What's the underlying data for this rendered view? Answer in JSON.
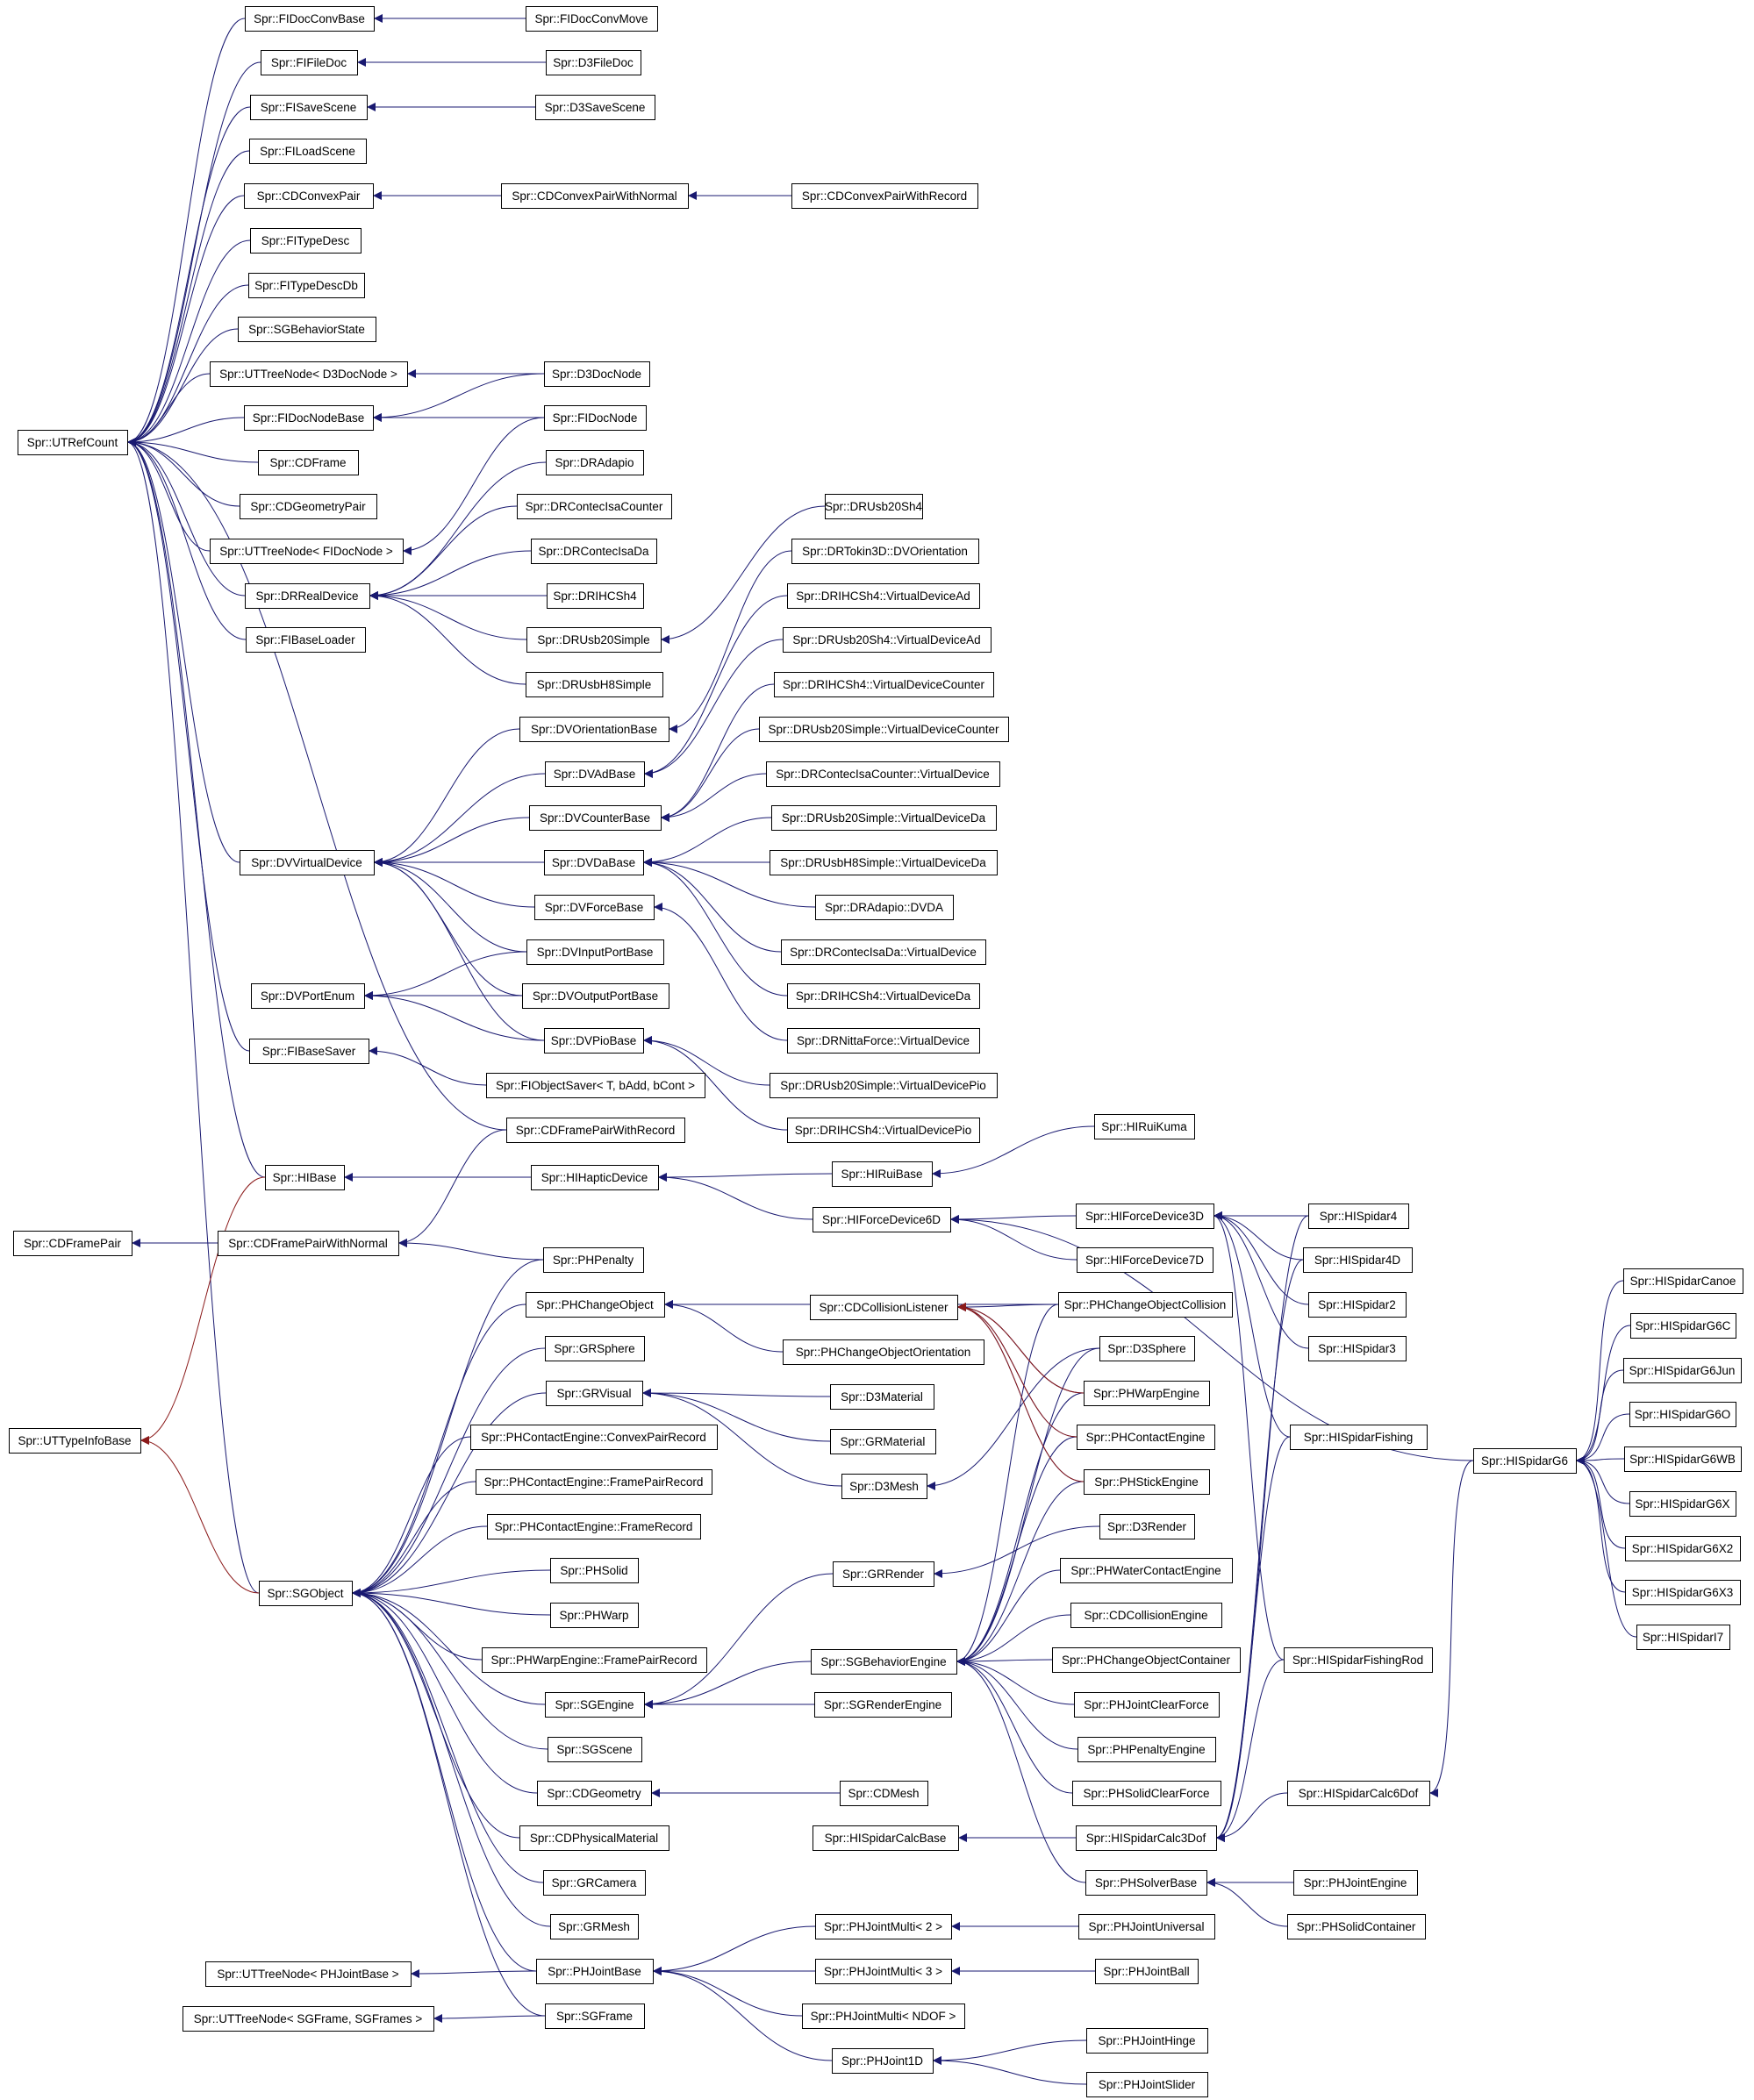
{
  "colors": {
    "node_border": "#000000",
    "node_fill": "#ffffff",
    "inherit_edge": "#191970",
    "template_edge": "#8b1a1a",
    "text": "#000000"
  },
  "icons": {
    "inherit_arrow": "filled-triangle-arrowhead"
  },
  "nodes": {
    "UTRefCount": "Spr::UTRefCount",
    "CDFramePair": "Spr::CDFramePair",
    "UTTypeInfoBase": "Spr::UTTypeInfoBase",
    "UTTreeNodePHJointBase": "Spr::UTTreeNode< PHJointBase >",
    "UTTreeNodeSGFrame": "Spr::UTTreeNode< SGFrame, SGFrames >",
    "FIDocConvBase": "Spr::FIDocConvBase",
    "FIFileDoc": "Spr::FIFileDoc",
    "FISaveScene": "Spr::FISaveScene",
    "FILoadScene": "Spr::FILoadScene",
    "CDConvexPair": "Spr::CDConvexPair",
    "FITypeDesc": "Spr::FITypeDesc",
    "FITypeDescDb": "Spr::FITypeDescDb",
    "SGBehaviorState": "Spr::SGBehaviorState",
    "UTTreeNodeD3DocNode": "Spr::UTTreeNode< D3DocNode >",
    "FIDocNodeBase": "Spr::FIDocNodeBase",
    "CDFrame": "Spr::CDFrame",
    "CDGeometryPair": "Spr::CDGeometryPair",
    "UTTreeNodeFIDocNode": "Spr::UTTreeNode< FIDocNode >",
    "DRRealDevice": "Spr::DRRealDevice",
    "FIBaseLoader": "Spr::FIBaseLoader",
    "DVVirtualDevice": "Spr::DVVirtualDevice",
    "DVPortEnum": "Spr::DVPortEnum",
    "FIBaseSaver": "Spr::FIBaseSaver",
    "HIBase": "Spr::HIBase",
    "CDFramePairWithNormal": "Spr::CDFramePairWithNormal",
    "SGObject": "Spr::SGObject",
    "FIDocConvMove": "Spr::FIDocConvMove",
    "D3FileDoc": "Spr::D3FileDoc",
    "D3SaveScene": "Spr::D3SaveScene",
    "CDConvexPairWithNormal": "Spr::CDConvexPairWithNormal",
    "D3DocNode": "Spr::D3DocNode",
    "FIDocNode": "Spr::FIDocNode",
    "DRAdapio": "Spr::DRAdapio",
    "DRContecIsaCounter": "Spr::DRContecIsaCounter",
    "DRContecIsaDa": "Spr::DRContecIsaDa",
    "DRIHCSh4": "Spr::DRIHCSh4",
    "DRUsb20Simple": "Spr::DRUsb20Simple",
    "DRUsbH8Simple": "Spr::DRUsbH8Simple",
    "DVOrientationBase": "Spr::DVOrientationBase",
    "DVAdBase": "Spr::DVAdBase",
    "DVCounterBase": "Spr::DVCounterBase",
    "DVDaBase": "Spr::DVDaBase",
    "DVForceBase": "Spr::DVForceBase",
    "DVInputPortBase": "Spr::DVInputPortBase",
    "DVOutputPortBase": "Spr::DVOutputPortBase",
    "DVPioBase": "Spr::DVPioBase",
    "FIObjectSaver": "Spr::FIObjectSaver< T, bAdd, bCont >",
    "CDFramePairWithRecord": "Spr::CDFramePairWithRecord",
    "HIHapticDevice": "Spr::HIHapticDevice",
    "PHPenalty": "Spr::PHPenalty",
    "PHChangeObject": "Spr::PHChangeObject",
    "GRSphere": "Spr::GRSphere",
    "GRVisual": "Spr::GRVisual",
    "PHContactEngineConvexPairRecord": "Spr::PHContactEngine::ConvexPairRecord",
    "PHContactEngineFramePairRecord": "Spr::PHContactEngine::FramePairRecord",
    "PHContactEngineFrameRecord": "Spr::PHContactEngine::FrameRecord",
    "PHSolid": "Spr::PHSolid",
    "PHWarp": "Spr::PHWarp",
    "PHWarpEngineFramePairRecord": "Spr::PHWarpEngine::FramePairRecord",
    "SGEngine": "Spr::SGEngine",
    "SGScene": "Spr::SGScene",
    "CDGeometry": "Spr::CDGeometry",
    "CDPhysicalMaterial": "Spr::CDPhysicalMaterial",
    "GRCamera": "Spr::GRCamera",
    "GRMesh": "Spr::GRMesh",
    "PHJointBase": "Spr::PHJointBase",
    "SGFrame": "Spr::SGFrame",
    "CDConvexPairWithRecord": "Spr::CDConvexPairWithRecord",
    "DRUsb20Sh4": "Spr::DRUsb20Sh4",
    "DRTokin3DDVOrientation": "Spr::DRTokin3D::DVOrientation",
    "DRIHCSh4VirtualDeviceAd": "Spr::DRIHCSh4::VirtualDeviceAd",
    "DRUsb20Sh4VirtualDeviceAd": "Spr::DRUsb20Sh4::VirtualDeviceAd",
    "DRIHCSh4VirtualDeviceCounter": "Spr::DRIHCSh4::VirtualDeviceCounter",
    "DRUsb20SimpleVirtualDeviceCounter": "Spr::DRUsb20Simple::VirtualDeviceCounter",
    "DRContecIsaCounterVirtualDevice": "Spr::DRContecIsaCounter::VirtualDevice",
    "DRUsb20SimpleVirtualDeviceDa": "Spr::DRUsb20Simple::VirtualDeviceDa",
    "DRUsbH8SimpleVirtualDeviceDa": "Spr::DRUsbH8Simple::VirtualDeviceDa",
    "DRAdapioDVDA": "Spr::DRAdapio::DVDA",
    "DRContecIsaDaVirtualDevice": "Spr::DRContecIsaDa::VirtualDevice",
    "DRIHCSh4VirtualDeviceDa": "Spr::DRIHCSh4::VirtualDeviceDa",
    "DRNittaForceVirtualDevice": "Spr::DRNittaForce::VirtualDevice",
    "DRUsb20SimpleVirtualDevicePio": "Spr::DRUsb20Simple::VirtualDevicePio",
    "DRIHCSh4VirtualDevicePio": "Spr::DRIHCSh4::VirtualDevicePio",
    "HIRuiBase": "Spr::HIRuiBase",
    "HIForceDevice6D": "Spr::HIForceDevice6D",
    "CDCollisionListener": "Spr::CDCollisionListener",
    "PHChangeObjectOrientation": "Spr::PHChangeObjectOrientation",
    "D3Material": "Spr::D3Material",
    "GRMaterial": "Spr::GRMaterial",
    "D3Mesh": "Spr::D3Mesh",
    "GRRender": "Spr::GRRender",
    "SGBehaviorEngine": "Spr::SGBehaviorEngine",
    "SGRenderEngine": "Spr::SGRenderEngine",
    "CDMesh": "Spr::CDMesh",
    "HISpidarCalcBase": "Spr::HISpidarCalcBase",
    "PHJointMulti2": "Spr::PHJointMulti< 2 >",
    "PHJointMulti3": "Spr::PHJointMulti< 3 >",
    "PHJointMultiNDOF": "Spr::PHJointMulti< NDOF >",
    "PHJoint1D": "Spr::PHJoint1D",
    "HIRuiKuma": "Spr::HIRuiKuma",
    "HIForceDevice3D": "Spr::HIForceDevice3D",
    "HIForceDevice7D": "Spr::HIForceDevice7D",
    "PHChangeObjectCollision": "Spr::PHChangeObjectCollision",
    "D3Sphere": "Spr::D3Sphere",
    "PHWarpEngine": "Spr::PHWarpEngine",
    "PHContactEngine": "Spr::PHContactEngine",
    "PHStickEngine": "Spr::PHStickEngine",
    "D3Render": "Spr::D3Render",
    "PHWaterContactEngine": "Spr::PHWaterContactEngine",
    "CDCollisionEngine": "Spr::CDCollisionEngine",
    "PHChangeObjectContainer": "Spr::PHChangeObjectContainer",
    "PHJointClearForce": "Spr::PHJointClearForce",
    "PHPenaltyEngine": "Spr::PHPenaltyEngine",
    "PHSolidClearForce": "Spr::PHSolidClearForce",
    "HISpidarCalc3Dof": "Spr::HISpidarCalc3Dof",
    "PHSolverBase": "Spr::PHSolverBase",
    "PHJointUniversal": "Spr::PHJointUniversal",
    "PHJointBall": "Spr::PHJointBall",
    "PHJointHinge": "Spr::PHJointHinge",
    "PHJointSlider": "Spr::PHJointSlider",
    "HISpidar4": "Spr::HISpidar4",
    "HISpidar4D": "Spr::HISpidar4D",
    "HISpidar2": "Spr::HISpidar2",
    "HISpidar3": "Spr::HISpidar3",
    "HISpidarFishing": "Spr::HISpidarFishing",
    "HISpidarFishingRod": "Spr::HISpidarFishingRod",
    "HISpidarCalc6Dof": "Spr::HISpidarCalc6Dof",
    "PHJointEngine": "Spr::PHJointEngine",
    "PHSolidContainer": "Spr::PHSolidContainer",
    "HISpidarG6": "Spr::HISpidarG6",
    "HISpidarCanoe": "Spr::HISpidarCanoe",
    "HISpidarG6C": "Spr::HISpidarG6C",
    "HISpidarG6Jun": "Spr::HISpidarG6Jun",
    "HISpidarG6O": "Spr::HISpidarG6O",
    "HISpidarG6WB": "Spr::HISpidarG6WB",
    "HISpidarG6X": "Spr::HISpidarG6X",
    "HISpidarG6X2": "Spr::HISpidarG6X2",
    "HISpidarG6X3": "Spr::HISpidarG6X3",
    "HISpidarI7": "Spr::HISpidarI7"
  },
  "edges": [
    [
      "FIDocConvBase",
      "UTRefCount"
    ],
    [
      "FIFileDoc",
      "UTRefCount"
    ],
    [
      "FISaveScene",
      "UTRefCount"
    ],
    [
      "FILoadScene",
      "UTRefCount"
    ],
    [
      "CDConvexPair",
      "UTRefCount"
    ],
    [
      "FITypeDesc",
      "UTRefCount"
    ],
    [
      "FITypeDescDb",
      "UTRefCount"
    ],
    [
      "SGBehaviorState",
      "UTRefCount"
    ],
    [
      "UTTreeNodeD3DocNode",
      "UTRefCount"
    ],
    [
      "FIDocNodeBase",
      "UTRefCount"
    ],
    [
      "CDFrame",
      "UTRefCount"
    ],
    [
      "CDGeometryPair",
      "UTRefCount"
    ],
    [
      "UTTreeNodeFIDocNode",
      "UTRefCount"
    ],
    [
      "DRRealDevice",
      "UTRefCount"
    ],
    [
      "FIBaseLoader",
      "UTRefCount"
    ],
    [
      "DVVirtualDevice",
      "UTRefCount"
    ],
    [
      "FIBaseSaver",
      "UTRefCount"
    ],
    [
      "HIBase",
      "UTRefCount"
    ],
    [
      "CDFramePairWithRecord",
      "UTRefCount"
    ],
    [
      "SGObject",
      "UTRefCount"
    ],
    [
      "FIDocConvMove",
      "FIDocConvBase"
    ],
    [
      "D3FileDoc",
      "FIFileDoc"
    ],
    [
      "D3SaveScene",
      "FISaveScene"
    ],
    [
      "CDConvexPairWithNormal",
      "CDConvexPair"
    ],
    [
      "CDConvexPairWithRecord",
      "CDConvexPairWithNormal"
    ],
    [
      "D3DocNode",
      "UTTreeNodeD3DocNode"
    ],
    [
      "D3DocNode",
      "FIDocNodeBase"
    ],
    [
      "FIDocNode",
      "FIDocNodeBase"
    ],
    [
      "FIDocNode",
      "UTTreeNodeFIDocNode"
    ],
    [
      "DRAdapio",
      "DRRealDevice"
    ],
    [
      "DRContecIsaCounter",
      "DRRealDevice"
    ],
    [
      "DRContecIsaDa",
      "DRRealDevice"
    ],
    [
      "DRIHCSh4",
      "DRRealDevice"
    ],
    [
      "DRUsb20Simple",
      "DRRealDevice"
    ],
    [
      "DRUsbH8Simple",
      "DRRealDevice"
    ],
    [
      "DRUsb20Sh4",
      "DRUsb20Simple"
    ],
    [
      "DVOrientationBase",
      "DVVirtualDevice"
    ],
    [
      "DVAdBase",
      "DVVirtualDevice"
    ],
    [
      "DVCounterBase",
      "DVVirtualDevice"
    ],
    [
      "DVDaBase",
      "DVVirtualDevice"
    ],
    [
      "DVForceBase",
      "DVVirtualDevice"
    ],
    [
      "DVInputPortBase",
      "DVVirtualDevice"
    ],
    [
      "DVOutputPortBase",
      "DVVirtualDevice"
    ],
    [
      "DVPioBase",
      "DVVirtualDevice"
    ],
    [
      "DVInputPortBase",
      "DVPortEnum"
    ],
    [
      "DVOutputPortBase",
      "DVPortEnum"
    ],
    [
      "DVPioBase",
      "DVPortEnum"
    ],
    [
      "FIObjectSaver",
      "FIBaseSaver"
    ],
    [
      "DRTokin3DDVOrientation",
      "DVOrientationBase"
    ],
    [
      "DRIHCSh4VirtualDeviceAd",
      "DVAdBase"
    ],
    [
      "DRUsb20Sh4VirtualDeviceAd",
      "DVAdBase"
    ],
    [
      "DRIHCSh4VirtualDeviceCounter",
      "DVCounterBase"
    ],
    [
      "DRUsb20SimpleVirtualDeviceCounter",
      "DVCounterBase"
    ],
    [
      "DRContecIsaCounterVirtualDevice",
      "DVCounterBase"
    ],
    [
      "DRUsb20SimpleVirtualDeviceDa",
      "DVDaBase"
    ],
    [
      "DRUsbH8SimpleVirtualDeviceDa",
      "DVDaBase"
    ],
    [
      "DRAdapioDVDA",
      "DVDaBase"
    ],
    [
      "DRContecIsaDaVirtualDevice",
      "DVDaBase"
    ],
    [
      "DRIHCSh4VirtualDeviceDa",
      "DVDaBase"
    ],
    [
      "DRNittaForceVirtualDevice",
      "DVForceBase"
    ],
    [
      "DRUsb20SimpleVirtualDevicePio",
      "DVPioBase"
    ],
    [
      "DRIHCSh4VirtualDevicePio",
      "DVPioBase"
    ],
    [
      "HIHapticDevice",
      "HIBase"
    ],
    [
      "HIRuiBase",
      "HIHapticDevice"
    ],
    [
      "HIForceDevice6D",
      "HIHapticDevice"
    ],
    [
      "HIRuiKuma",
      "HIRuiBase"
    ],
    [
      "HIForceDevice3D",
      "HIForceDevice6D"
    ],
    [
      "HIForceDevice7D",
      "HIForceDevice6D"
    ],
    [
      "HISpidarG6",
      "HIForceDevice6D"
    ],
    [
      "HISpidar4",
      "HIForceDevice3D"
    ],
    [
      "HISpidar4D",
      "HIForceDevice3D"
    ],
    [
      "HISpidar2",
      "HIForceDevice3D"
    ],
    [
      "HISpidar3",
      "HIForceDevice3D"
    ],
    [
      "HISpidarFishing",
      "HIForceDevice3D"
    ],
    [
      "HISpidarFishingRod",
      "HIForceDevice3D"
    ],
    [
      "CDFramePairWithNormal",
      "CDFramePair"
    ],
    [
      "CDFramePairWithRecord",
      "CDFramePairWithNormal"
    ],
    [
      "PHPenalty",
      "CDFramePairWithNormal"
    ],
    [
      "PHPenalty",
      "SGObject"
    ],
    [
      "PHChangeObject",
      "SGObject"
    ],
    [
      "GRSphere",
      "SGObject"
    ],
    [
      "GRVisual",
      "SGObject"
    ],
    [
      "PHContactEngineConvexPairRecord",
      "SGObject"
    ],
    [
      "PHContactEngineFramePairRecord",
      "SGObject"
    ],
    [
      "PHContactEngineFrameRecord",
      "SGObject"
    ],
    [
      "PHSolid",
      "SGObject"
    ],
    [
      "PHWarp",
      "SGObject"
    ],
    [
      "PHWarpEngineFramePairRecord",
      "SGObject"
    ],
    [
      "SGEngine",
      "SGObject"
    ],
    [
      "SGScene",
      "SGObject"
    ],
    [
      "CDGeometry",
      "SGObject"
    ],
    [
      "CDPhysicalMaterial",
      "SGObject"
    ],
    [
      "GRCamera",
      "SGObject"
    ],
    [
      "GRMesh",
      "SGObject"
    ],
    [
      "PHJointBase",
      "SGObject"
    ],
    [
      "SGFrame",
      "SGObject"
    ],
    [
      "PHChangeObjectCollision",
      "PHChangeObject"
    ],
    [
      "PHChangeObjectOrientation",
      "PHChangeObject"
    ],
    [
      "D3Material",
      "GRVisual"
    ],
    [
      "GRMaterial",
      "GRVisual"
    ],
    [
      "D3Mesh",
      "GRVisual"
    ],
    [
      "D3Sphere",
      "D3Mesh"
    ],
    [
      "GRRender",
      "SGEngine"
    ],
    [
      "SGBehaviorEngine",
      "SGEngine"
    ],
    [
      "SGRenderEngine",
      "SGEngine"
    ],
    [
      "D3Render",
      "GRRender"
    ],
    [
      "CDMesh",
      "CDGeometry"
    ],
    [
      "PHJointBase",
      "UTTreeNodePHJointBase"
    ],
    [
      "SGFrame",
      "UTTreeNodeSGFrame"
    ],
    [
      "PHJointMulti2",
      "PHJointBase"
    ],
    [
      "PHJointMulti3",
      "PHJointBase"
    ],
    [
      "PHJointMultiNDOF",
      "PHJointBase"
    ],
    [
      "PHJoint1D",
      "PHJointBase"
    ],
    [
      "PHJointUniversal",
      "PHJointMulti2"
    ],
    [
      "PHJointBall",
      "PHJointMulti3"
    ],
    [
      "PHJointHinge",
      "PHJoint1D"
    ],
    [
      "PHJointSlider",
      "PHJoint1D"
    ],
    [
      "PHChangeObjectCollision",
      "CDCollisionListener"
    ],
    [
      "PHWarpEngine",
      "CDCollisionListener"
    ],
    [
      "PHContactEngine",
      "CDCollisionListener"
    ],
    [
      "PHStickEngine",
      "CDCollisionListener"
    ],
    [
      "PHWarpEngine",
      "SGBehaviorEngine"
    ],
    [
      "PHContactEngine",
      "SGBehaviorEngine"
    ],
    [
      "PHStickEngine",
      "SGBehaviorEngine"
    ],
    [
      "PHWaterContactEngine",
      "SGBehaviorEngine"
    ],
    [
      "CDCollisionEngine",
      "SGBehaviorEngine"
    ],
    [
      "PHChangeObjectContainer",
      "SGBehaviorEngine"
    ],
    [
      "PHJointClearForce",
      "SGBehaviorEngine"
    ],
    [
      "PHPenaltyEngine",
      "SGBehaviorEngine"
    ],
    [
      "PHSolidClearForce",
      "SGBehaviorEngine"
    ],
    [
      "PHSolverBase",
      "SGBehaviorEngine"
    ],
    [
      "PHChangeObjectCollision",
      "SGBehaviorEngine"
    ],
    [
      "D3Sphere",
      "SGBehaviorEngine"
    ],
    [
      "HISpidarCalc3Dof",
      "HISpidarCalcBase"
    ],
    [
      "HISpidarFishing",
      "HISpidarCalc3Dof"
    ],
    [
      "HISpidarFishingRod",
      "HISpidarCalc3Dof"
    ],
    [
      "HISpidar4",
      "HISpidarCalc3Dof"
    ],
    [
      "HISpidar4D",
      "HISpidarCalc3Dof"
    ],
    [
      "HISpidarCalc6Dof",
      "HISpidarCalc3Dof"
    ],
    [
      "HISpidarG6",
      "HISpidarCalc6Dof"
    ],
    [
      "PHJointEngine",
      "PHSolverBase"
    ],
    [
      "PHSolidContainer",
      "PHSolverBase"
    ],
    [
      "HISpidarCanoe",
      "HISpidarG6"
    ],
    [
      "HISpidarG6C",
      "HISpidarG6"
    ],
    [
      "HISpidarG6Jun",
      "HISpidarG6"
    ],
    [
      "HISpidarG6O",
      "HISpidarG6"
    ],
    [
      "HISpidarG6WB",
      "HISpidarG6"
    ],
    [
      "HISpidarG6X",
      "HISpidarG6"
    ],
    [
      "HISpidarG6X2",
      "HISpidarG6"
    ],
    [
      "HISpidarG6X3",
      "HISpidarG6"
    ],
    [
      "HISpidarI7",
      "HISpidarG6"
    ]
  ],
  "template_edges": [
    [
      "HIBase",
      "UTTypeInfoBase"
    ],
    [
      "SGObject",
      "UTTypeInfoBase"
    ],
    [
      "PHWarpEngine",
      "CDCollisionListener"
    ],
    [
      "PHContactEngine",
      "CDCollisionListener"
    ],
    [
      "PHStickEngine",
      "CDCollisionListener"
    ]
  ]
}
